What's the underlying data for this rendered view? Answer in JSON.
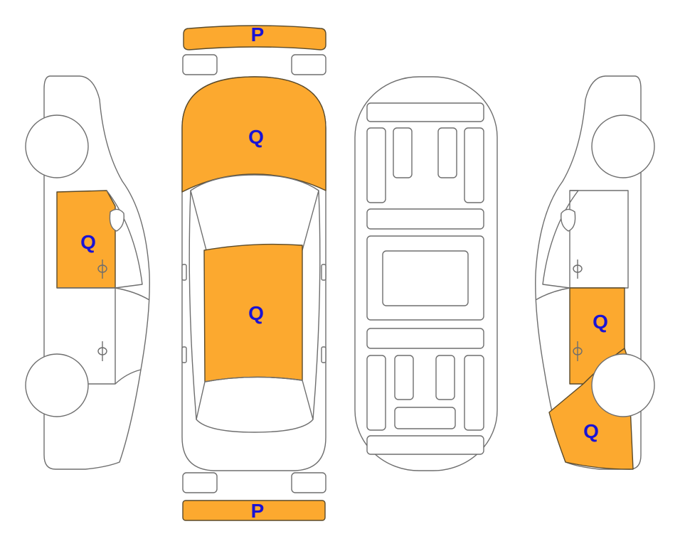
{
  "colors": {
    "damage_fill": "#fca92f",
    "outline": "#6e6e6e",
    "body_fill": "#ffffff",
    "marker_text": "#1a13d4"
  },
  "markers": {
    "left_front_door": "Q",
    "front_bumper": "P",
    "hood": "Q",
    "roof": "Q",
    "rear_bumper": "P",
    "right_rear_door": "Q",
    "right_rear_quarter": "Q"
  }
}
